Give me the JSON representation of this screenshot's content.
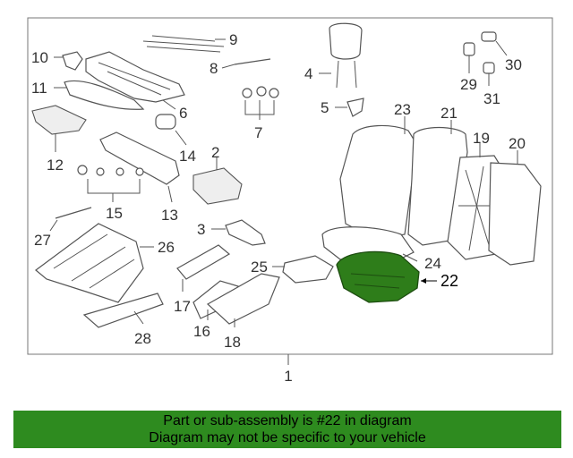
{
  "diagram": {
    "assembly_label": "1",
    "highlighted_part": "22",
    "highlight_color": "#2e7d1a",
    "callouts": [
      "2",
      "3",
      "4",
      "5",
      "6",
      "7",
      "8",
      "9",
      "10",
      "11",
      "12",
      "13",
      "14",
      "15",
      "16",
      "17",
      "18",
      "19",
      "20",
      "21",
      "22",
      "23",
      "24",
      "25",
      "26",
      "27",
      "28",
      "29",
      "30",
      "31"
    ]
  },
  "banner": {
    "line1": "Part or sub-assembly is #22 in diagram",
    "line2": "Diagram may not be specific to your vehicle",
    "background": "#2e8b1f"
  }
}
